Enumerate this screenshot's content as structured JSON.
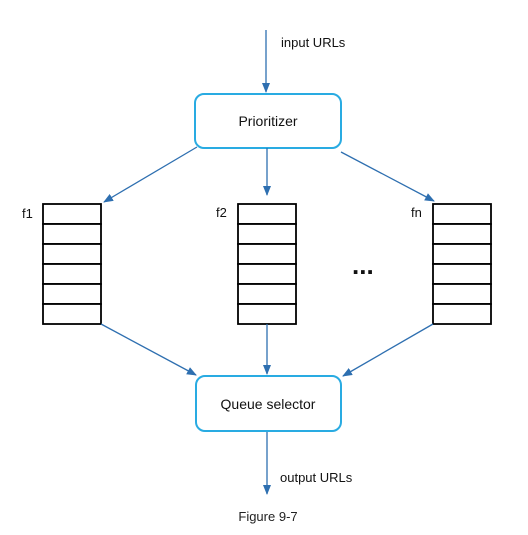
{
  "nodes": {
    "prioritizer": "Prioritizer",
    "queue_selector": "Queue selector"
  },
  "edge_labels": {
    "input": "input URLs",
    "output": "output URLs"
  },
  "queues": [
    {
      "label": "f1",
      "cells": 6
    },
    {
      "label": "f2",
      "cells": 6
    },
    {
      "label": "fn",
      "cells": 6
    }
  ],
  "ellipsis": "...",
  "caption": "Figure 9-7",
  "colors": {
    "arrow": "#2e6fb0",
    "node_border": "#29abe2",
    "queue_border": "#000000"
  }
}
